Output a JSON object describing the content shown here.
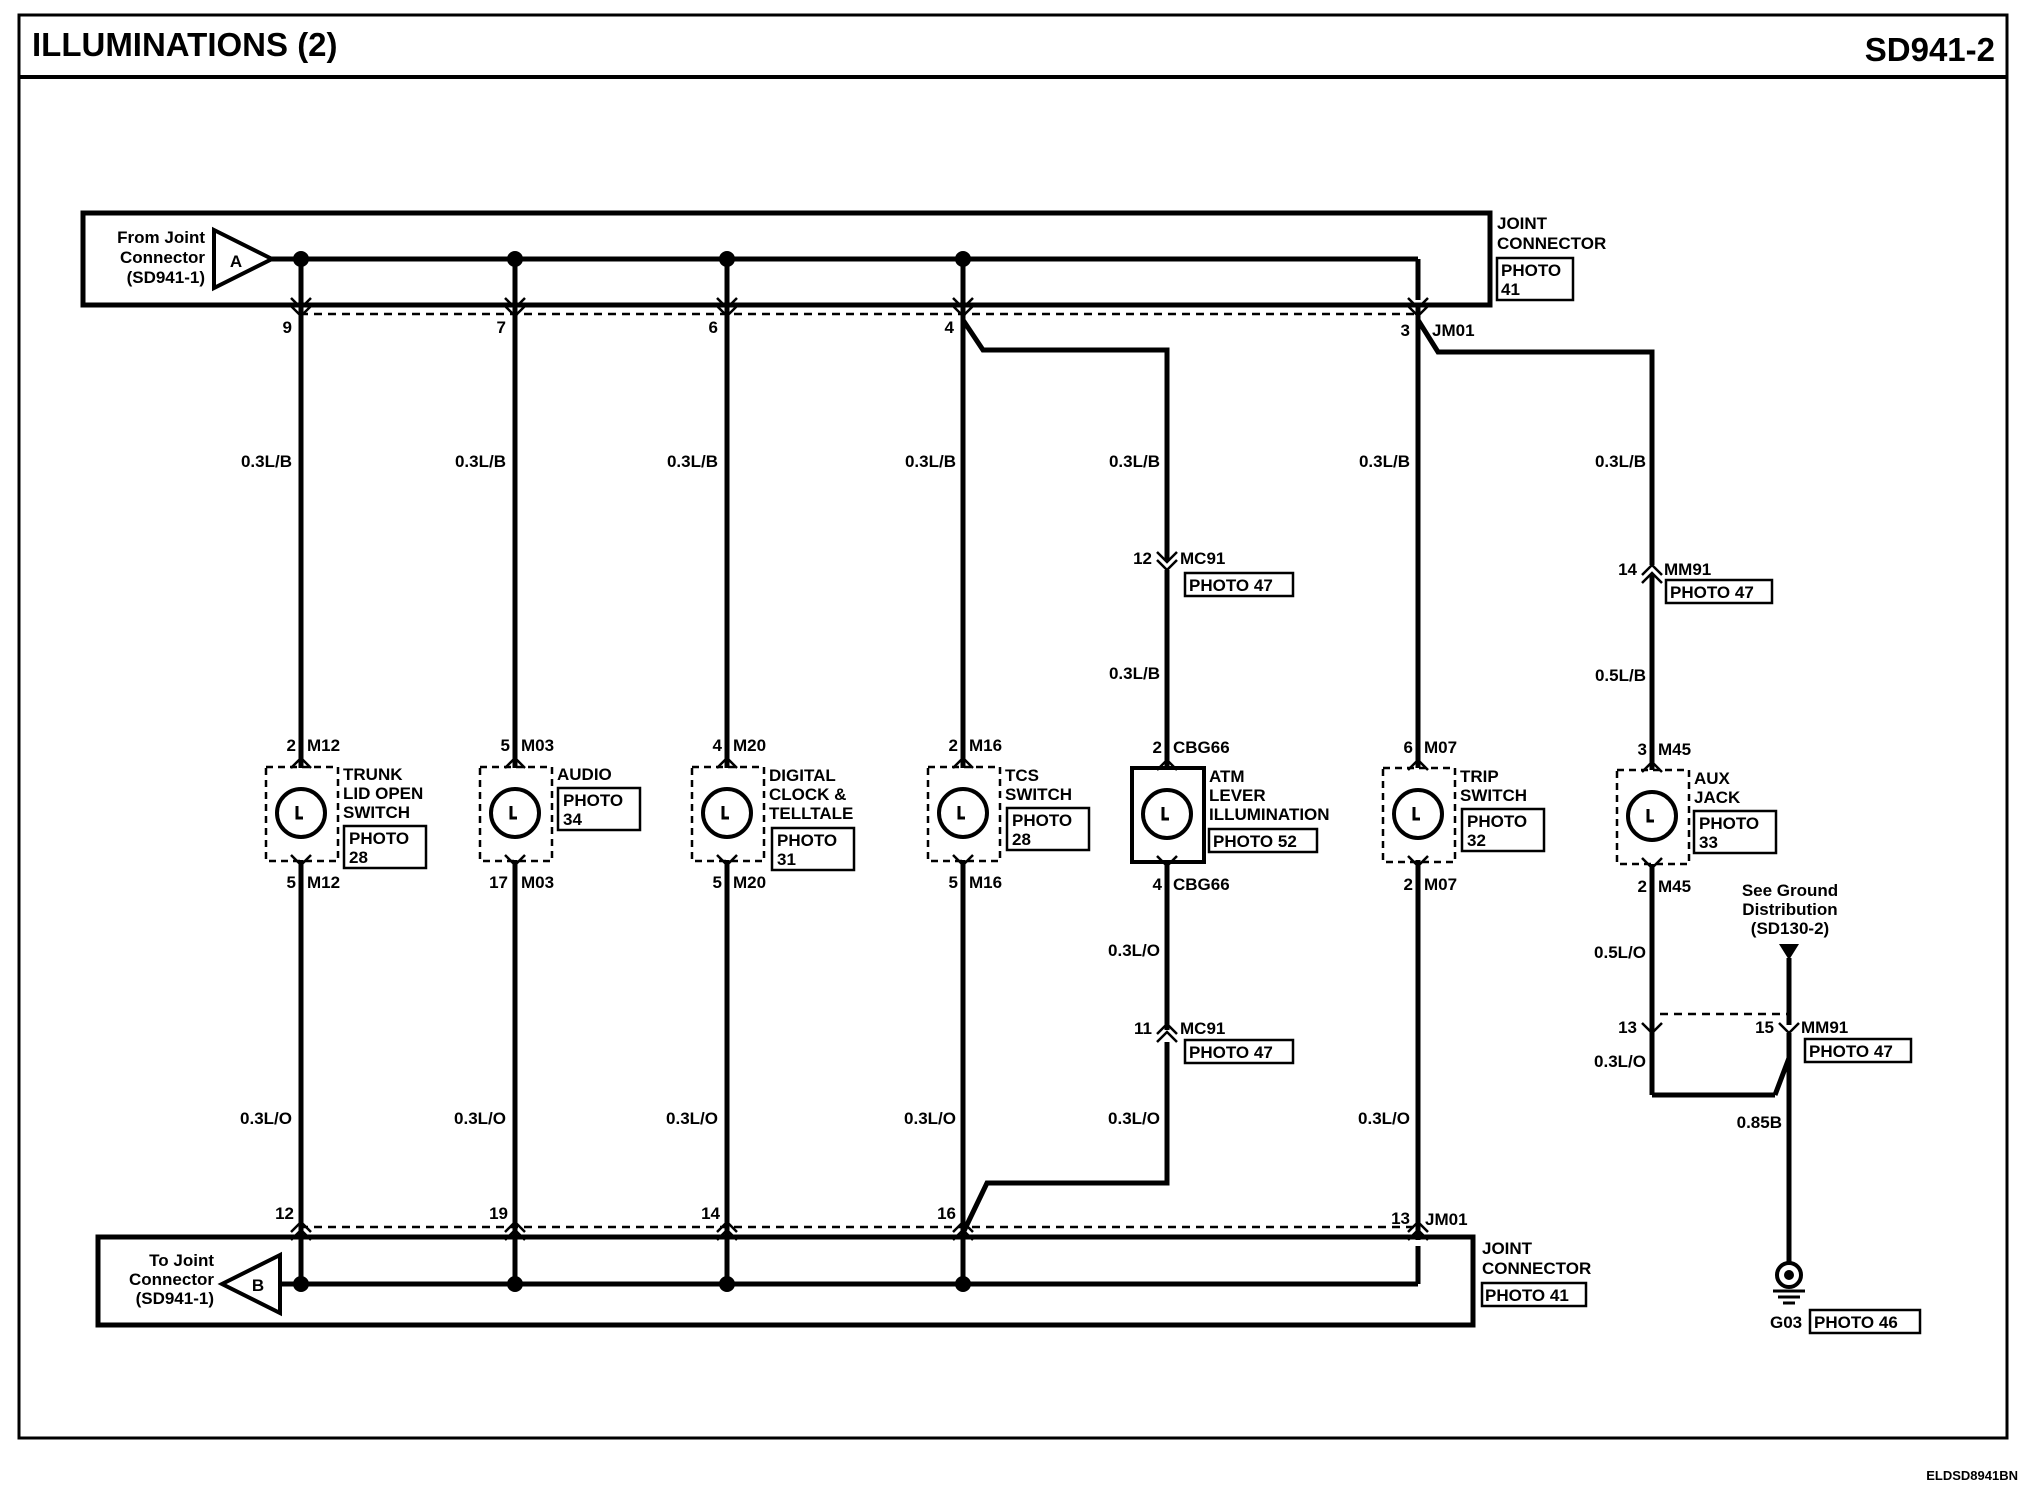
{
  "header": {
    "title": "ILLUMINATIONS (2)",
    "page": "SD941-2"
  },
  "footer": {
    "code": "ELDSD8941BN"
  },
  "top_connector": {
    "from_label": [
      "From Joint",
      "Connector",
      "(SD941-1)"
    ],
    "letter": "A",
    "name": [
      "JOINT",
      "CONNECTOR"
    ],
    "photo": [
      "PHOTO",
      "41"
    ],
    "id": "JM01"
  },
  "bottom_connector": {
    "to_label": [
      "To Joint",
      "Connector",
      "(SD941-1)"
    ],
    "letter": "B",
    "name": [
      "JOINT",
      "CONNECTOR"
    ],
    "photo": "PHOTO 41",
    "id": "JM01"
  },
  "branches": [
    {
      "top_pin": "9",
      "top_wire": "0.3L/B",
      "in_pin": "2",
      "in_conn": "M12",
      "name": [
        "TRUNK",
        "LID OPEN",
        "SWITCH"
      ],
      "photo": [
        "PHOTO",
        "28"
      ],
      "out_pin": "5",
      "out_conn": "M12",
      "bot_wire": "0.3L/O",
      "bot_pin": "12"
    },
    {
      "top_pin": "7",
      "top_wire": "0.3L/B",
      "in_pin": "5",
      "in_conn": "M03",
      "name": [
        "AUDIO"
      ],
      "photo": [
        "PHOTO",
        "34"
      ],
      "out_pin": "17",
      "out_conn": "M03",
      "bot_wire": "0.3L/O",
      "bot_pin": "19"
    },
    {
      "top_pin": "6",
      "top_wire": "0.3L/B",
      "in_pin": "4",
      "in_conn": "M20",
      "name": [
        "DIGITAL",
        "CLOCK &",
        "TELLTALE"
      ],
      "photo": [
        "PHOTO",
        "31"
      ],
      "out_pin": "5",
      "out_conn": "M20",
      "bot_wire": "0.3L/O",
      "bot_pin": "14"
    },
    {
      "top_pin": "4",
      "top_wire": "0.3L/B",
      "in_pin": "2",
      "in_conn": "M16",
      "name": [
        "TCS",
        "SWITCH"
      ],
      "photo": [
        "PHOTO",
        "28"
      ],
      "out_pin": "5",
      "out_conn": "M16",
      "bot_wire": "0.3L/O",
      "bot_pin": "16"
    },
    {
      "top_wire": "0.3L/B",
      "mc_top_pin": "12",
      "mc_top_conn": "MC91",
      "mc_top_photo": "PHOTO 47",
      "mid_wire": "0.3L/B",
      "in_pin": "2",
      "in_conn": "CBG66",
      "name": [
        "ATM",
        "LEVER",
        "ILLUMINATION"
      ],
      "photo": "PHOTO 52",
      "out_pin": "4",
      "out_conn": "CBG66",
      "mid_wire2": "0.3L/O",
      "mc_bot_pin": "11",
      "mc_bot_conn": "MC91",
      "mc_bot_photo": "PHOTO 47",
      "bot_wire": "0.3L/O"
    },
    {
      "top_pin": "3",
      "top_wire": "0.3L/B",
      "in_pin": "6",
      "in_conn": "M07",
      "name": [
        "TRIP",
        "SWITCH"
      ],
      "photo": [
        "PHOTO",
        "32"
      ],
      "out_pin": "2",
      "out_conn": "M07",
      "bot_wire": "0.3L/O",
      "bot_pin": "13"
    },
    {
      "top_wire": "0.3L/B",
      "mm_top_pin": "14",
      "mm_top_conn": "MM91",
      "mm_top_photo": "PHOTO 47",
      "mid_wire": "0.5L/B",
      "in_pin": "3",
      "in_conn": "M45",
      "name": [
        "AUX",
        "JACK"
      ],
      "photo": [
        "PHOTO",
        "33"
      ],
      "out_pin": "2",
      "out_conn": "M45",
      "mid_wire2": "0.5L/O",
      "mm_bot_pin": "13",
      "bot_wire": "0.3L/O"
    }
  ],
  "ground": {
    "see": [
      "See Ground",
      "Distribution",
      "(SD130-2)"
    ],
    "pin": "15",
    "conn": "MM91",
    "photo": "PHOTO 47",
    "wire": "0.85B",
    "id": "G03",
    "ground_photo": "PHOTO 46"
  }
}
